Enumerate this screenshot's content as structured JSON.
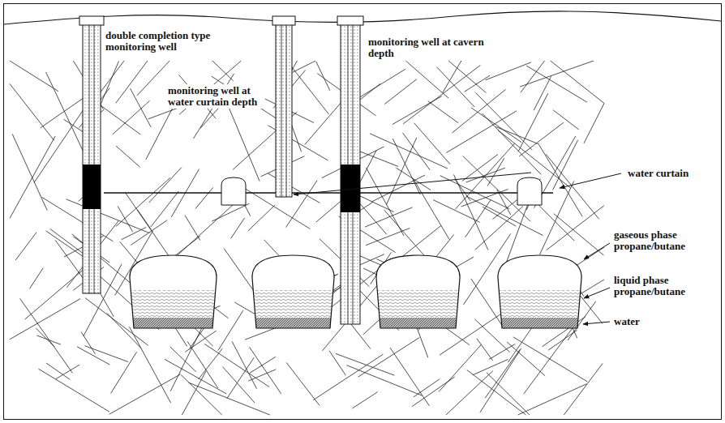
{
  "diagram": {
    "labels": [
      "double completion type monitoring well",
      "monitoring well at water curtain depth",
      "monitoring well at cavern depth",
      "water curtain",
      "gaseous phase propane/butane",
      "liquid phase propane/butane",
      "water"
    ]
  }
}
